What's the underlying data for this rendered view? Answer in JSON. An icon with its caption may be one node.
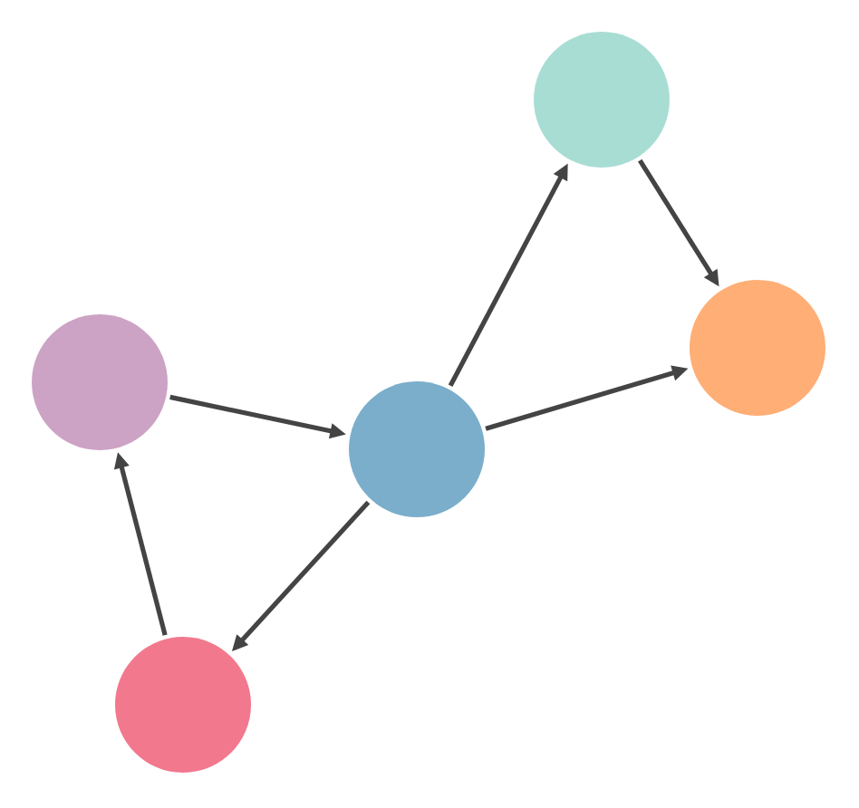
{
  "diagram": {
    "nodes": [
      {
        "text": [],
        "shape": "circle"
      },
      {
        "text": [],
        "shape": "circle"
      },
      {
        "text": [],
        "shape": "circle"
      },
      {
        "text": [],
        "shape": "circle"
      },
      {
        "text": [],
        "shape": "circle"
      }
    ],
    "edges": [
      {
        "from": 0,
        "to": 2,
        "arrow": "to"
      },
      {
        "from": 2,
        "to": 3,
        "arrow": "to"
      },
      {
        "from": 3,
        "to": 4,
        "arrow": "to"
      },
      {
        "from": 2,
        "to": 4,
        "arrow": "to"
      },
      {
        "from": 2,
        "to": 1,
        "arrow": "to"
      },
      {
        "from": 1,
        "to": 0,
        "arrow": "to"
      }
    ]
  }
}
